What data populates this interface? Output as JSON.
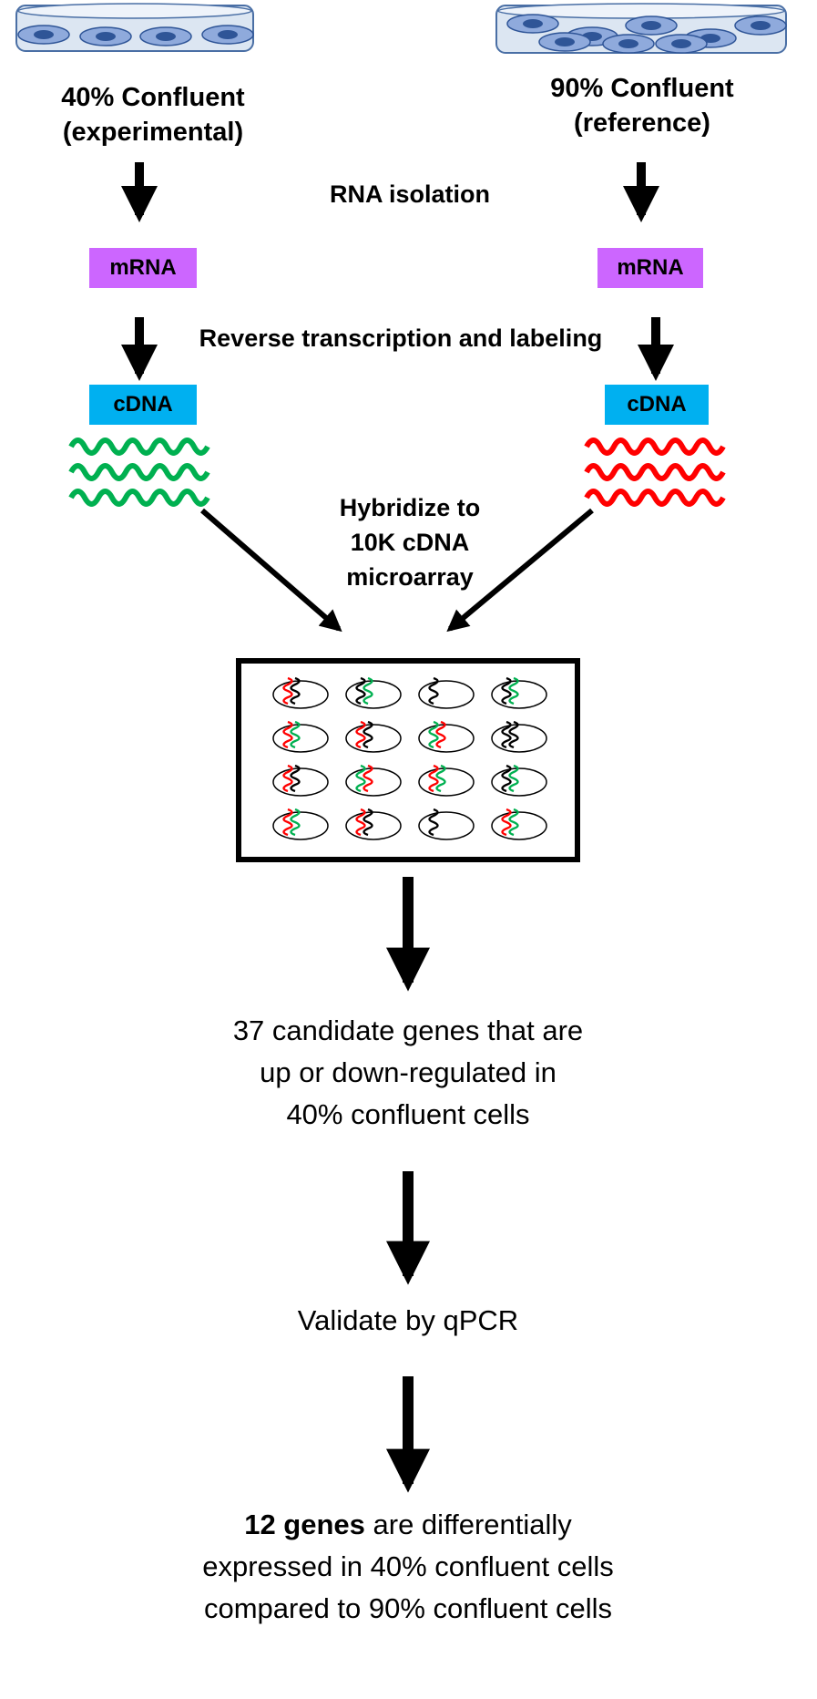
{
  "samples": {
    "left_title_line1": "40% Confluent",
    "left_title_line2": "(experimental)",
    "right_title_line1": "90% Confluent",
    "right_title_line2": "(reference)"
  },
  "steps": {
    "rna_isolation": "RNA isolation",
    "mrna_label": "mRNA",
    "reverse_transcription": "Reverse transcription and labeling",
    "cdna_label": "cDNA",
    "hybridize_line1": "Hybridize to",
    "hybridize_line2": "10K cDNA",
    "hybridize_line3": "microarray"
  },
  "results": {
    "candidates_line1": "37 candidate genes that are",
    "candidates_line2": "up or down-regulated in",
    "candidates_line3": "40% confluent cells",
    "validate": "Validate by qPCR",
    "final_bold": "12 genes",
    "final_line1_rest": " are differentially",
    "final_line2": "expressed in 40% confluent cells",
    "final_line3": "compared to 90% confluent cells"
  },
  "colors": {
    "mrna_box": "#cc66ff",
    "cdna_box": "#00b0f0",
    "experimental_wave": "#00b050",
    "reference_wave": "#ff0000",
    "dish_fill": "#dce6f2",
    "cell_fill": "#8faadc",
    "nucleus_fill": "#2f5597"
  },
  "icons": {
    "dish": "petri-dish-icon",
    "wave": "labeled-cdna-wave-icon",
    "array": "microarray-grid-icon",
    "arrow": "arrow-down-icon"
  }
}
